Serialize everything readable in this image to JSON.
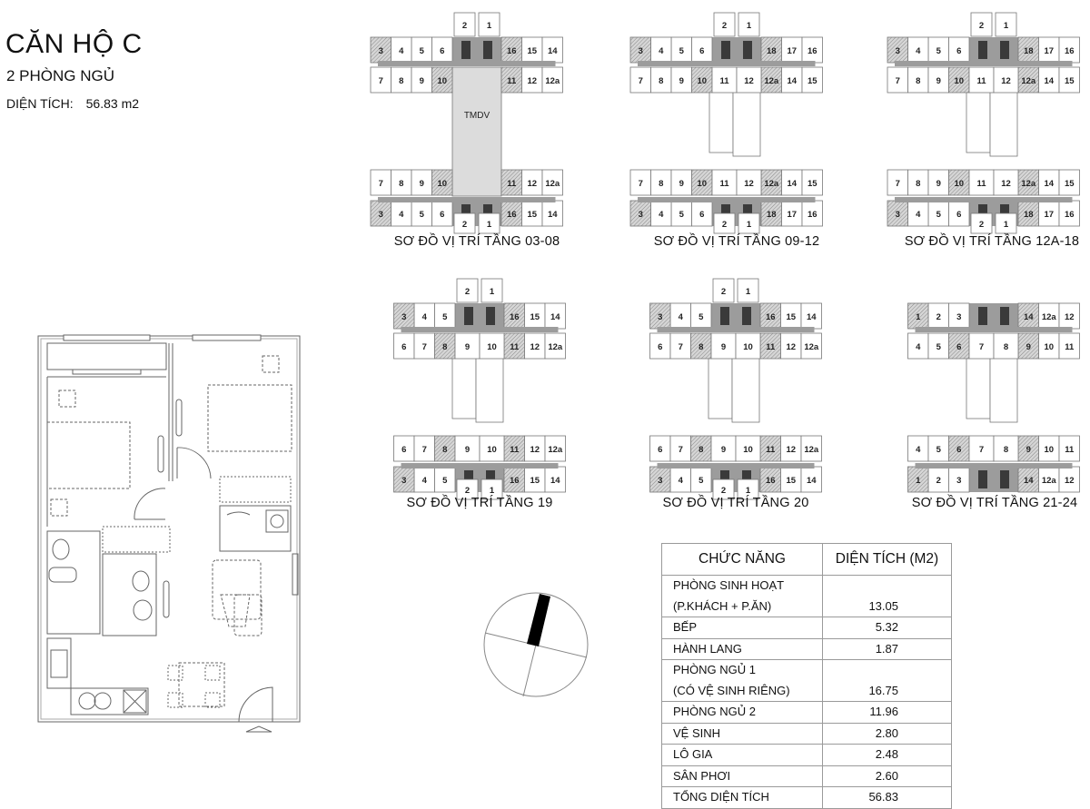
{
  "header": {
    "title": "CĂN HỘ C",
    "subtitle": "2 PHÒNG NGỦ",
    "area_label": "DIỆN TÍCH:",
    "area_value": "56.83 m2"
  },
  "keyplans": [
    {
      "caption": "SƠ ĐỒ VỊ TRÍ TẦNG 03-08",
      "center_label": "TMDV",
      "top_units": [
        "2",
        "1"
      ],
      "top_outer": {
        "left": [
          "6",
          "5",
          "4",
          "3"
        ],
        "right": [
          "16",
          "15",
          "14"
        ]
      },
      "top_inner": {
        "left": [
          "7",
          "8",
          "9",
          "10"
        ],
        "center": [],
        "right": [
          "11",
          "12",
          "12a"
        ]
      },
      "bottom_inner": {
        "left": [
          "7",
          "8",
          "9",
          "10"
        ],
        "center": [],
        "right": [
          "11",
          "12",
          "12a"
        ]
      },
      "bottom_outer": {
        "left": [
          "6",
          "5",
          "4",
          "3"
        ],
        "right": [
          "16",
          "15",
          "14"
        ]
      },
      "bottom_units": [
        "2",
        "1"
      ],
      "highlighted": [
        "3",
        "10",
        "16",
        "11"
      ]
    },
    {
      "caption": "SƠ ĐỒ VỊ TRÍ TẦNG 09-12",
      "top_units": [
        "2",
        "1"
      ],
      "top_outer": {
        "left": [
          "6",
          "5",
          "4",
          "3"
        ],
        "right": [
          "18",
          "17",
          "16"
        ]
      },
      "top_inner": {
        "left": [
          "7",
          "8",
          "9",
          "10"
        ],
        "center": [
          "11",
          "12"
        ],
        "right": [
          "12a",
          "14",
          "15"
        ]
      },
      "bottom_inner": {
        "left": [
          "7",
          "8",
          "9",
          "10"
        ],
        "center": [
          "11",
          "12"
        ],
        "right": [
          "12a",
          "14",
          "15"
        ]
      },
      "bottom_outer": {
        "left": [
          "6",
          "5",
          "4",
          "3"
        ],
        "right": [
          "18",
          "17",
          "16"
        ]
      },
      "bottom_units": [
        "2",
        "1"
      ],
      "highlighted": [
        "3",
        "10",
        "18",
        "12a"
      ]
    },
    {
      "caption": "SƠ ĐỒ VỊ TRÍ TẦNG 12A-18",
      "top_units": [
        "2",
        "1"
      ],
      "top_outer": {
        "left": [
          "6",
          "5",
          "4",
          "3"
        ],
        "right": [
          "18",
          "17",
          "16"
        ]
      },
      "top_inner": {
        "left": [
          "7",
          "8",
          "9",
          "10"
        ],
        "center": [
          "11",
          "12"
        ],
        "right": [
          "12a",
          "14",
          "15"
        ]
      },
      "bottom_inner": {
        "left": [
          "7",
          "8",
          "9",
          "10"
        ],
        "center": [
          "11",
          "12"
        ],
        "right": [
          "12a",
          "14",
          "15"
        ]
      },
      "bottom_outer": {
        "left": [
          "6",
          "5",
          "4",
          "3"
        ],
        "right": [
          "18",
          "17",
          "16"
        ]
      },
      "bottom_units": [
        "2",
        "1"
      ],
      "highlighted": [
        "3",
        "10",
        "18",
        "12a"
      ]
    },
    {
      "caption": "SƠ ĐỒ VỊ TRÍ TẦNG 19",
      "top_units": [
        "2",
        "1"
      ],
      "top_outer": {
        "left": [
          "5",
          "4",
          "3"
        ],
        "right": [
          "16",
          "15",
          "14"
        ]
      },
      "top_inner": {
        "left": [
          "6",
          "7",
          "8"
        ],
        "center": [
          "9",
          "10"
        ],
        "right": [
          "11",
          "12",
          "12a"
        ]
      },
      "bottom_inner": {
        "left": [
          "6",
          "7",
          "8"
        ],
        "center": [
          "9",
          "10"
        ],
        "right": [
          "11",
          "12",
          "12a"
        ]
      },
      "bottom_outer": {
        "left": [
          "5",
          "4",
          "3"
        ],
        "right": [
          "16",
          "15",
          "14"
        ]
      },
      "bottom_units": [
        "2",
        "1"
      ],
      "highlighted": [
        "3",
        "8",
        "16",
        "11"
      ]
    },
    {
      "caption": "SƠ ĐỒ VỊ TRÍ TẦNG 20",
      "top_units": [
        "2",
        "1"
      ],
      "top_outer": {
        "left": [
          "5",
          "4",
          "3"
        ],
        "right": [
          "16",
          "15",
          "14"
        ]
      },
      "top_inner": {
        "left": [
          "6",
          "7",
          "8"
        ],
        "center": [
          "9",
          "10"
        ],
        "right": [
          "11",
          "12",
          "12a"
        ]
      },
      "bottom_inner": {
        "left": [
          "6",
          "7",
          "8"
        ],
        "center": [
          "9",
          "10"
        ],
        "right": [
          "11",
          "12",
          "12a"
        ]
      },
      "bottom_outer": {
        "left": [
          "5",
          "4",
          "3"
        ],
        "right": [
          "16",
          "15",
          "14"
        ]
      },
      "bottom_units": [
        "2",
        "1"
      ],
      "highlighted": [
        "3",
        "8",
        "16",
        "11"
      ]
    },
    {
      "caption": "SƠ ĐỒ VỊ TRÍ TẦNG 21-24",
      "top_units": [],
      "top_outer": {
        "left": [
          "3",
          "2",
          "1"
        ],
        "right": [
          "14",
          "12a",
          "12"
        ]
      },
      "top_inner": {
        "left": [
          "4",
          "5",
          "6"
        ],
        "center": [
          "7",
          "8"
        ],
        "right": [
          "9",
          "10",
          "11"
        ]
      },
      "bottom_inner": {
        "left": [
          "4",
          "5",
          "6"
        ],
        "center": [
          "7",
          "8"
        ],
        "right": [
          "9",
          "10",
          "11"
        ]
      },
      "bottom_outer": {
        "left": [
          "3",
          "2",
          "1"
        ],
        "right": [
          "14",
          "12a",
          "12"
        ]
      },
      "bottom_units": [],
      "highlighted": [
        "1",
        "6",
        "14",
        "9"
      ]
    }
  ],
  "area_table": {
    "headers": [
      "CHỨC NĂNG",
      "DIỆN TÍCH (M2)"
    ],
    "rows": [
      {
        "name": [
          "PHÒNG SINH HOẠT",
          "(P.KHÁCH + P.ĂN)"
        ],
        "value": "13.05"
      },
      {
        "name": [
          "BẾP"
        ],
        "value": "5.32"
      },
      {
        "name": [
          "HÀNH LANG"
        ],
        "value": "1.87"
      },
      {
        "name": [
          "PHÒNG NGỦ 1",
          "(CÓ VỆ SINH RIÊNG)"
        ],
        "value": "16.75"
      },
      {
        "name": [
          "PHÒNG NGỦ 2"
        ],
        "value": "11.96"
      },
      {
        "name": [
          "VỆ SINH"
        ],
        "value": "2.80"
      },
      {
        "name": [
          "LÔ GIA"
        ],
        "value": "2.48"
      },
      {
        "name": [
          "SÂN PHƠI"
        ],
        "value": "2.60"
      },
      {
        "name": [
          "TỔNG DIỆN TÍCH"
        ],
        "value": "56.83"
      }
    ]
  },
  "colors": {
    "highlight_hatch": "#bdbdbd",
    "corridor": "#9c9c9c",
    "core": "#3a3a3a",
    "tmdv_fill": "#dcdcdc",
    "line": "#777777"
  },
  "icons": {
    "compass": "north-arrow-compass",
    "entrance": "entrance-arrow"
  }
}
